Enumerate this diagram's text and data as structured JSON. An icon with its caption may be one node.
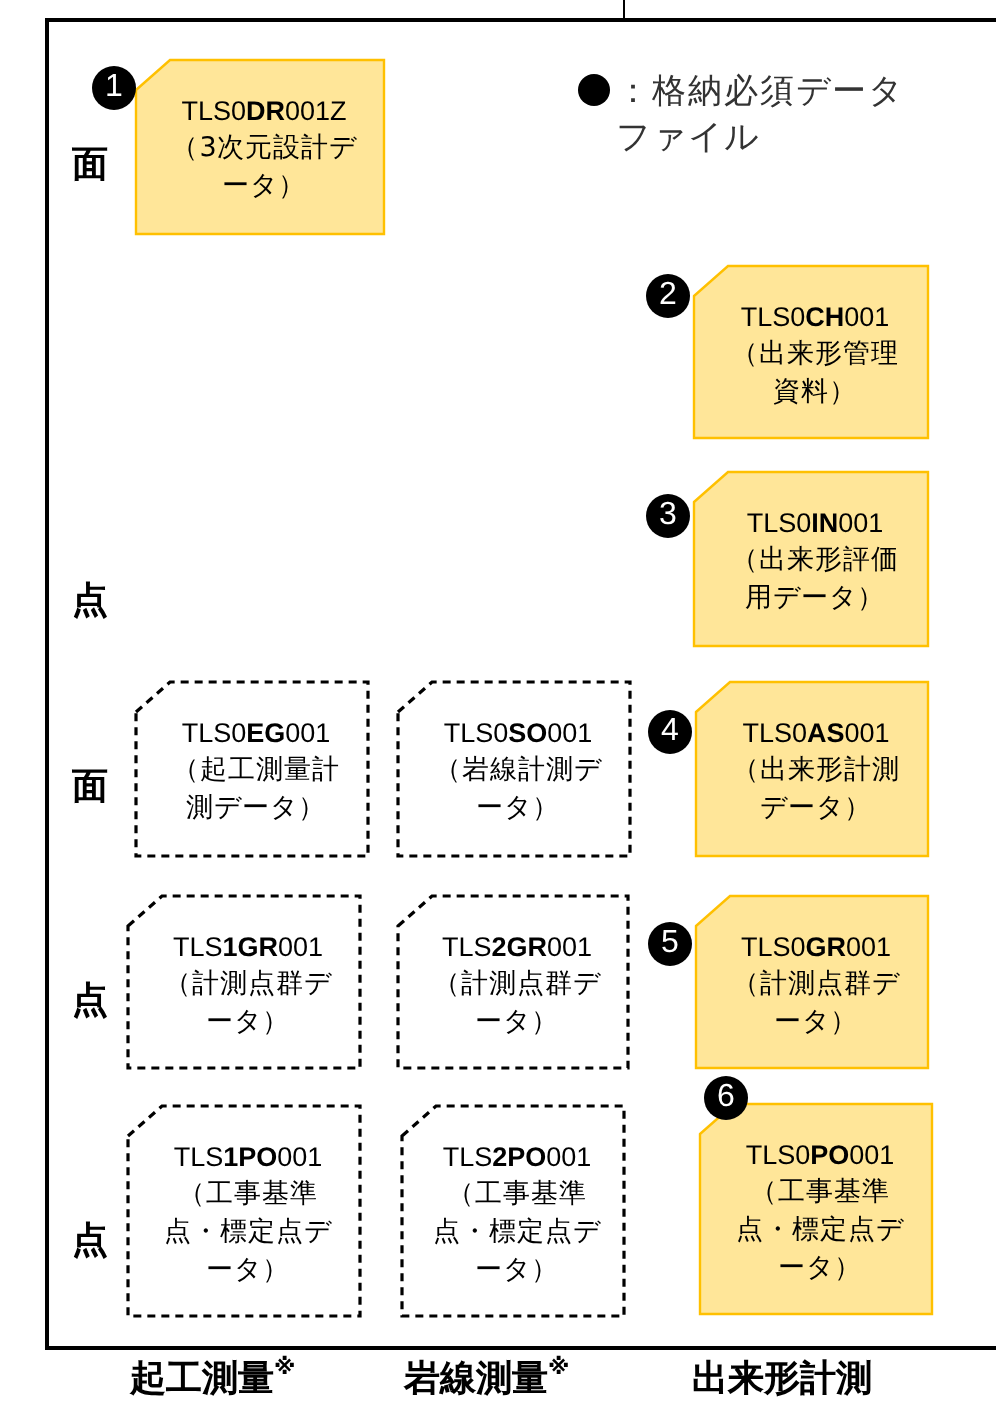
{
  "diagram": {
    "nodes": [
      {
        "text": [
          "TLS0**DR**001Z",
          "（3次元設計データ）"
        ],
        "beside": [
          "1"
        ]
      },
      {
        "text": [
          "TLS0**CH**001",
          "（出来形管理資料）"
        ],
        "beside": [
          "2"
        ]
      },
      {
        "text": [
          "TLS0**IN**001",
          "（出来形評価用データ）"
        ],
        "beside": [
          "3"
        ]
      },
      {
        "text": [
          "TLS0**EG**001",
          "（起工測量計測データ）"
        ]
      },
      {
        "text": [
          "TLS0**SO**001",
          "（岩線計測データ）"
        ]
      },
      {
        "text": [
          "TLS0**AS**001",
          "（出来形計測データ）"
        ],
        "beside": [
          "4"
        ]
      },
      {
        "text": [
          "TLS**1GR**001",
          "（計測点群データ）"
        ]
      },
      {
        "text": [
          "TLS**2GR**001",
          "（計測点群データ）"
        ]
      },
      {
        "text": [
          "TLS0**GR**001",
          "（計測点群データ）"
        ],
        "beside": [
          "5"
        ]
      },
      {
        "text": [
          "TLS**1PO**001",
          "（工事基準点・標定点データ）"
        ]
      },
      {
        "text": [
          "TLS**2PO**001",
          "（工事基準点・標定点データ）"
        ]
      },
      {
        "text": [
          "TLS0**PO**001",
          "（工事基準点・標定点データ）"
        ],
        "beside": [
          "6"
        ]
      }
    ],
    "edges": [],
    "labels": [
      "面",
      "点",
      "面",
      "点",
      "点",
      "起工測量$^{※}$",
      "岩線測量$^{※}$",
      "出来形計測"
    ],
    "legend": [
      {
        "text": "：格納必須データファイル"
      }
    ]
  }
}
